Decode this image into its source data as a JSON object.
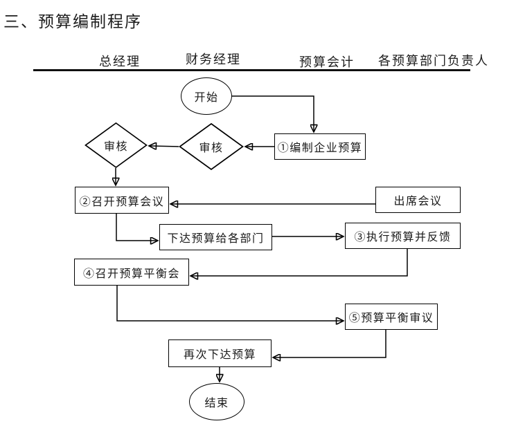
{
  "page": {
    "title": "三、预算编制程序"
  },
  "lanes": [
    {
      "label": "总经理"
    },
    {
      "label": "财务经理"
    },
    {
      "label": "预算会计"
    },
    {
      "label": "各预算部门负责人"
    }
  ],
  "nodes": {
    "start": {
      "shape": "oval",
      "label": "开始"
    },
    "step1": {
      "shape": "rect",
      "label": "①编制企业预算"
    },
    "review_fm": {
      "shape": "diamond",
      "label": "审核"
    },
    "review_gm": {
      "shape": "diamond",
      "label": "审核"
    },
    "step2": {
      "shape": "rect",
      "label": "②召开预算会议"
    },
    "attend": {
      "shape": "rect",
      "label": "出席会议"
    },
    "issue": {
      "shape": "rect",
      "label": "下达预算给各部门"
    },
    "step3": {
      "shape": "rect",
      "label": "③执行预算并反馈"
    },
    "step4": {
      "shape": "rect",
      "label": "④召开预算平衡会"
    },
    "step5": {
      "shape": "rect",
      "label": "⑤预算平衡审议"
    },
    "reissue": {
      "shape": "rect",
      "label": "再次下达预算"
    },
    "end": {
      "shape": "oval",
      "label": "结束"
    }
  },
  "edges": [
    {
      "from": "start",
      "to": "step1"
    },
    {
      "from": "step1",
      "to": "review_fm"
    },
    {
      "from": "review_fm",
      "to": "review_gm"
    },
    {
      "from": "review_gm",
      "to": "step2"
    },
    {
      "from": "attend",
      "to": "step2"
    },
    {
      "from": "step2",
      "to": "issue"
    },
    {
      "from": "issue",
      "to": "step3"
    },
    {
      "from": "step3",
      "to": "step4"
    },
    {
      "from": "step4",
      "to": "step5"
    },
    {
      "from": "step5",
      "to": "reissue"
    },
    {
      "from": "reissue",
      "to": "end"
    }
  ],
  "colors": {
    "stroke": "#000000",
    "text": "#1a1a1a",
    "background": "#ffffff"
  }
}
